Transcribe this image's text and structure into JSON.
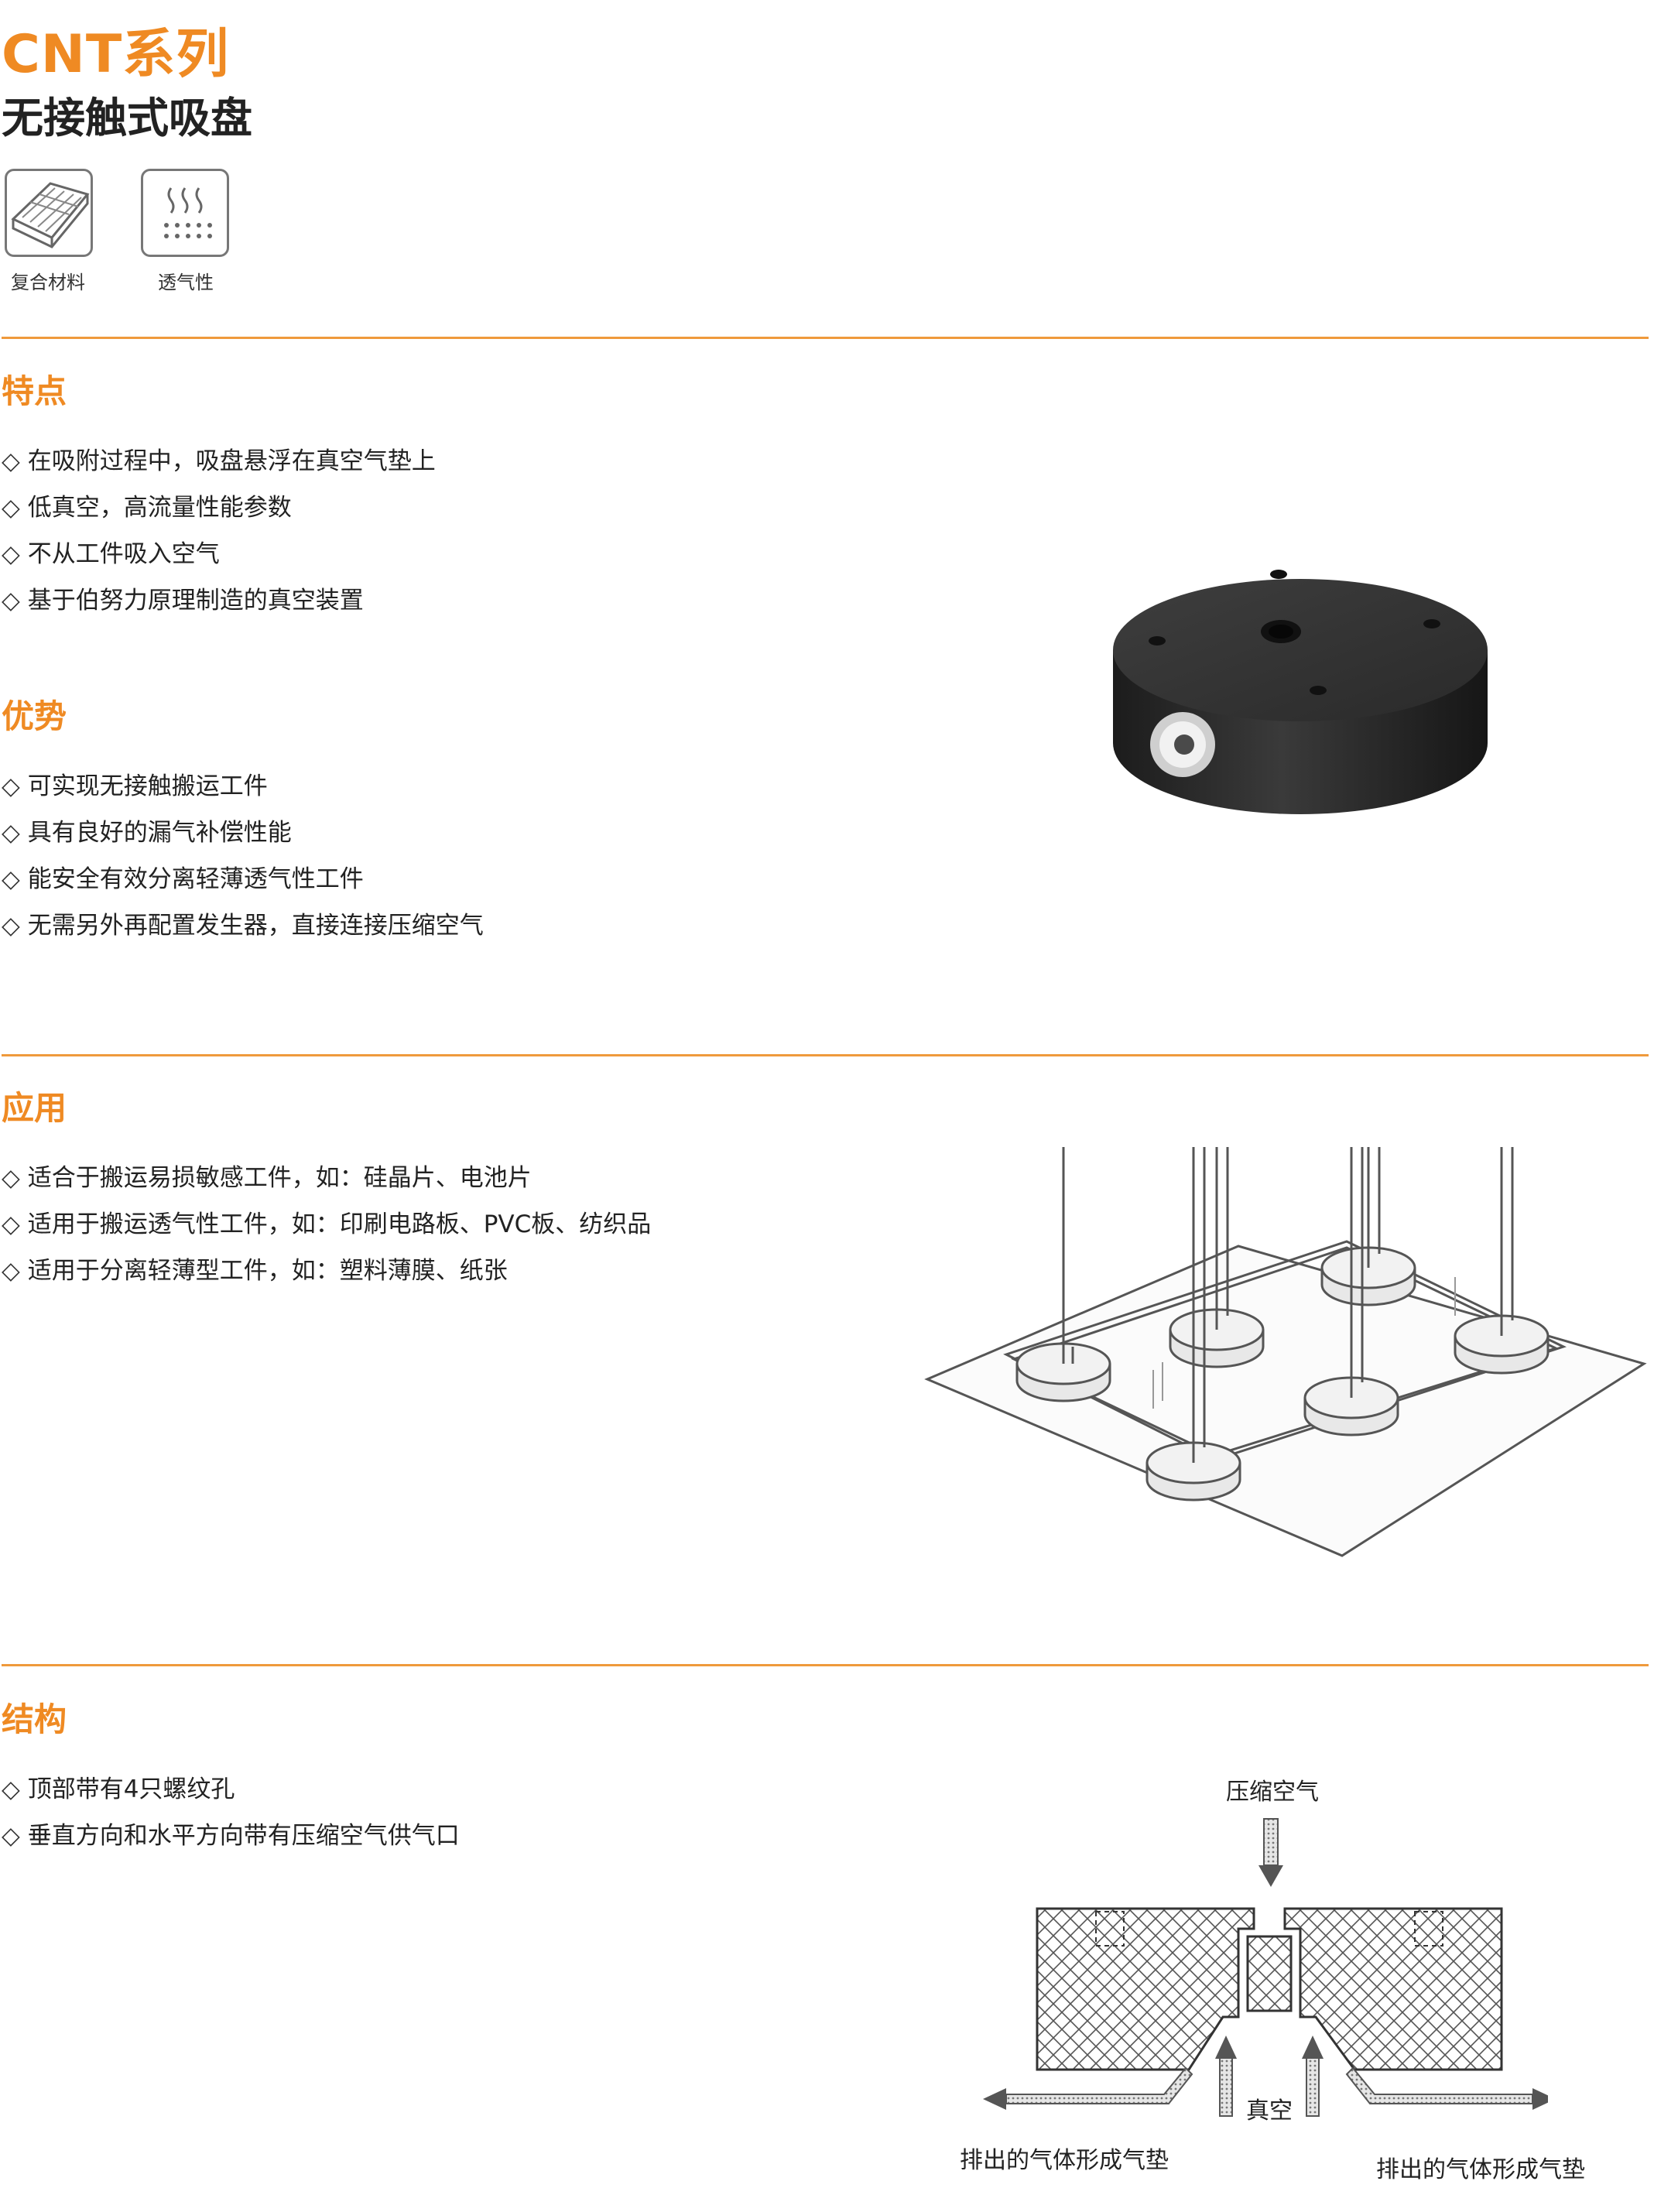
{
  "header": {
    "series": "CNT系列",
    "subtitle": "无接触式吸盘"
  },
  "badges": [
    {
      "icon": "composite-material-icon",
      "label": "复合材料"
    },
    {
      "icon": "breathable-icon",
      "label": "透气性"
    }
  ],
  "features": {
    "heading": "特点",
    "items": [
      "在吸附过程中，吸盘悬浮在真空气垫上",
      "低真空，高流量性能参数",
      "不从工件吸入空气",
      "基于伯努力原理制造的真空装置"
    ]
  },
  "advantages": {
    "heading": "优势",
    "items": [
      "可实现无接触搬运工件",
      "具有良好的漏气补偿性能",
      "能安全有效分离轻薄透气性工件",
      "无需另外再配置发生器，直接连接压缩空气"
    ]
  },
  "applications": {
    "heading": "应用",
    "items": [
      "适合于搬运易损敏感工件，如：硅晶片、电池片",
      "适用于搬运透气性工件，如：印刷电路板、PVC板、纺织品",
      "适用于分离轻薄型工件，如：塑料薄膜、纸张"
    ]
  },
  "structure": {
    "heading": "结构",
    "items": [
      "顶部带有4只螺纹孔",
      "垂直方向和水平方向带有压缩空气供气口"
    ],
    "diagram": {
      "compressed_air": "压缩空气",
      "vacuum": "真空",
      "exhaust_left": "排出的气体形成气垫",
      "exhaust_right": "排出的气体形成气垫"
    }
  },
  "colors": {
    "accent": "#ef8a23",
    "rule": "#ef9a3c",
    "text": "#222222"
  }
}
